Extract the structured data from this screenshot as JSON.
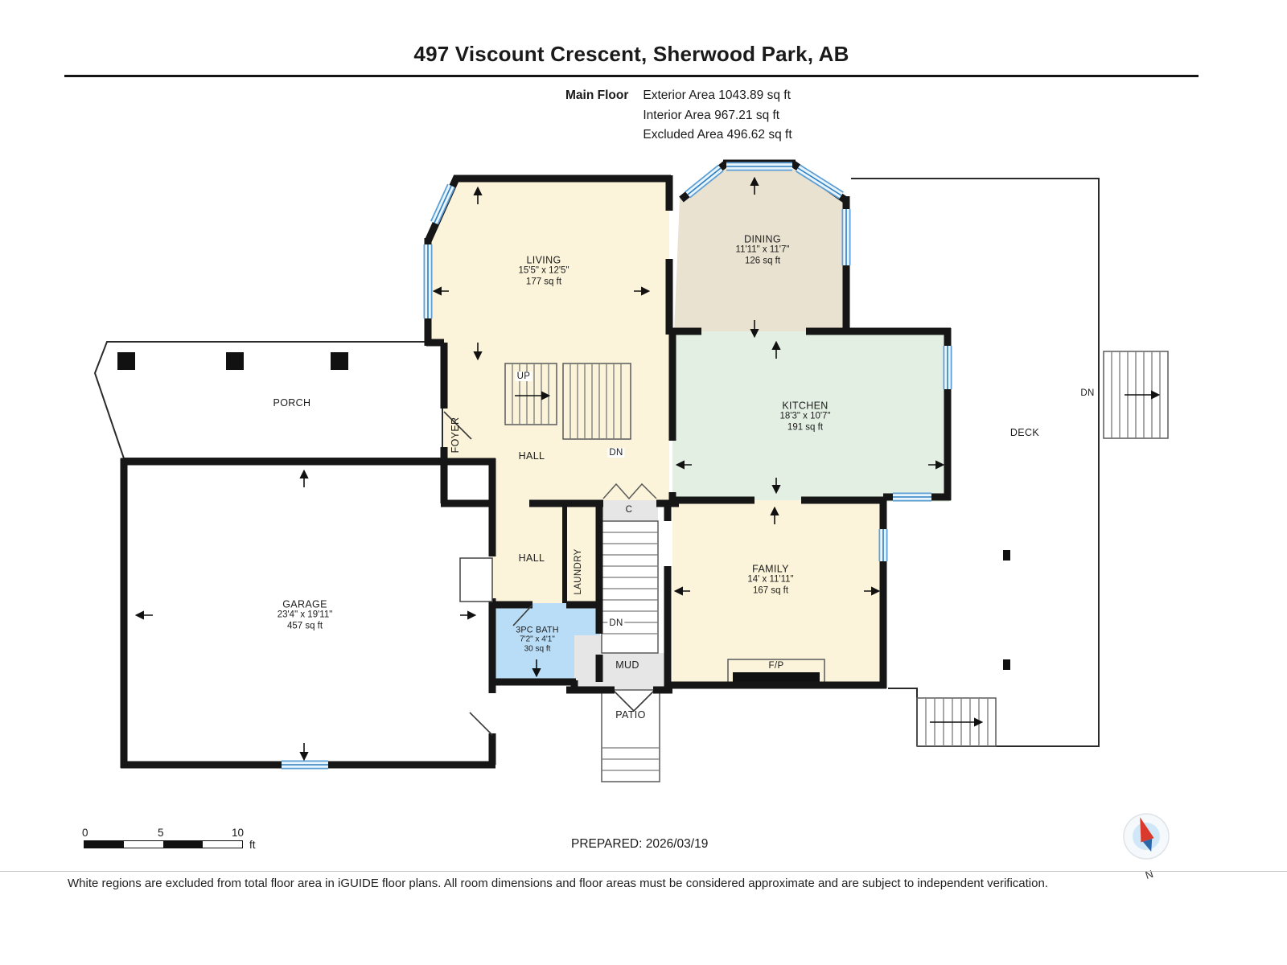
{
  "header": {
    "title": "497 Viscount Crescent, Sherwood Park, AB",
    "floor_label": "Main Floor",
    "areas": [
      "Exterior Area 1043.89 sq ft",
      "Interior Area 967.21 sq ft",
      "Excluded Area 496.62 sq ft"
    ]
  },
  "rooms": {
    "living": {
      "name": "LIVING",
      "dims": "15'5\" x 12'5\"",
      "area": "177 sq ft"
    },
    "dining": {
      "name": "DINING",
      "dims": "11'11\" x 11'7\"",
      "area": "126 sq ft"
    },
    "kitchen": {
      "name": "KITCHEN",
      "dims": "18'3\" x 10'7\"",
      "area": "191 sq ft"
    },
    "family": {
      "name": "FAMILY",
      "dims": "14' x 11'11\"",
      "area": "167 sq ft"
    },
    "garage": {
      "name": "GARAGE",
      "dims": "23'4\" x 19'11\"",
      "area": "457 sq ft"
    },
    "bath": {
      "name": "3PC BATH",
      "dims": "7'2\" x 4'1\"",
      "area": "30 sq ft"
    },
    "porch": {
      "name": "PORCH"
    },
    "deck": {
      "name": "DECK"
    },
    "patio": {
      "name": "PATIO"
    },
    "foyer": {
      "name": "FOYER"
    },
    "hall": {
      "name": "HALL"
    },
    "laundry": {
      "name": "LAUNDRY"
    },
    "mud": {
      "name": "MUD"
    },
    "closet": {
      "name": "C"
    },
    "fireplace": {
      "name": "F/P"
    }
  },
  "stairs": {
    "up": "UP",
    "down": "DN"
  },
  "scale": {
    "start": "0",
    "mid": "5",
    "end": "10",
    "unit": "ft"
  },
  "prepared": "PREPARED: 2026/03/19",
  "compass": {
    "north": "N"
  },
  "footer": "White regions are excluded from total floor area in iGUIDE floor plans. All room dimensions and floor areas must be considered approximate and are subject to independent verification.",
  "colors": {
    "wall": "#161616",
    "living_fill": "#fbf4da",
    "dining_fill": "#eae2d1",
    "kitchen_fill": "#e3efe3",
    "bath_fill": "#b9ddf6",
    "stair_fill": "#e6e6e6",
    "window_blue": "#2e7fc0",
    "compass_red": "#d93a2b",
    "compass_blue": "#2b66a8"
  }
}
